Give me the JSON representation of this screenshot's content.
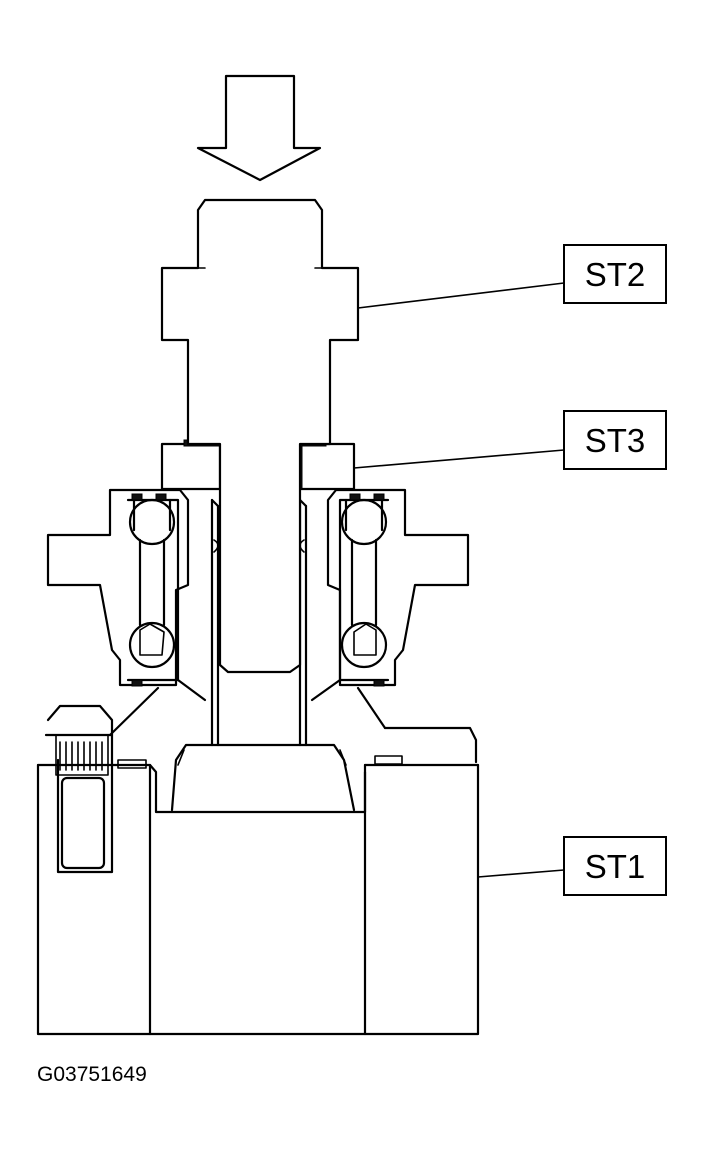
{
  "labels": {
    "st1": "ST1",
    "st2": "ST2",
    "st3": "ST3"
  },
  "figure_code": "G03751649",
  "icons": {
    "press_direction": "down-arrow-icon"
  }
}
